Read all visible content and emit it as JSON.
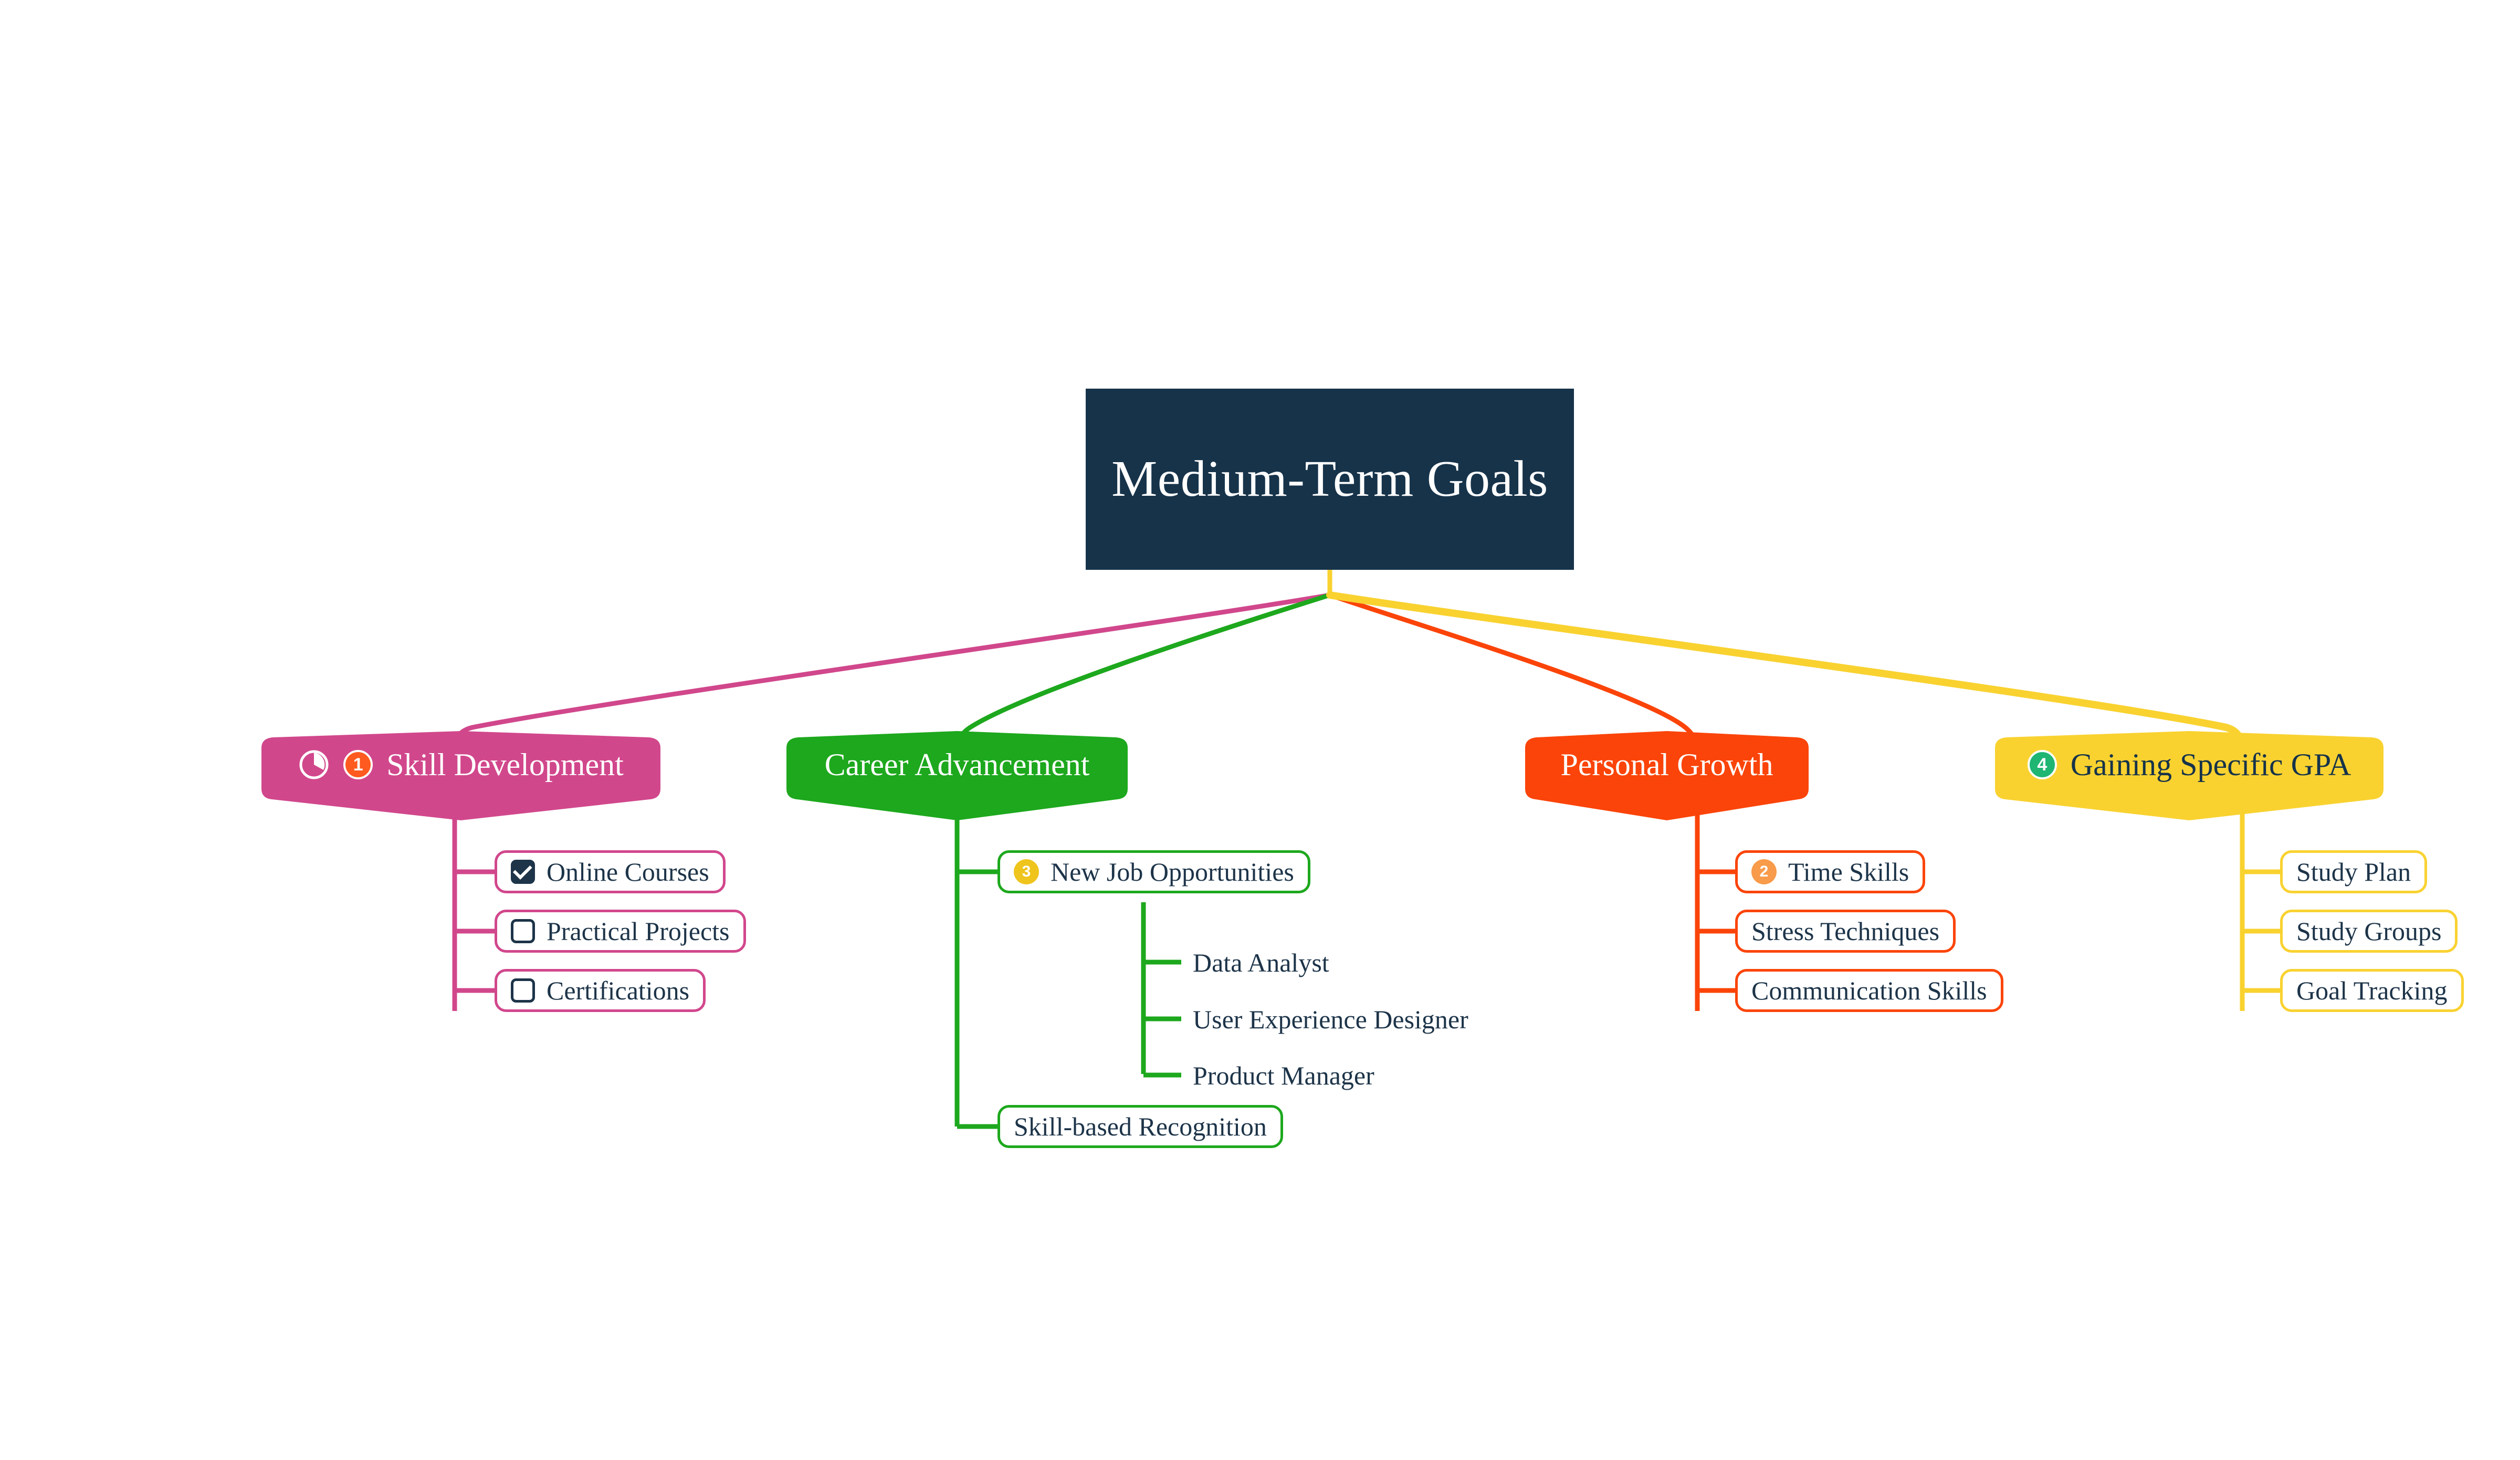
{
  "diagram": {
    "type": "mindmap",
    "title": "Medium-Term Goals",
    "background": "#FFFFFF",
    "root": {
      "label": "Medium-Term Goals",
      "fill": "#16334A",
      "text_color": "#FFFFFF"
    },
    "branches": [
      {
        "label": "Skill Development",
        "color": "#D1478C",
        "text_color": "#FFFFFF",
        "icons": [
          "pie-progress-icon",
          "number-badge-1"
        ],
        "badge": {
          "text": "1",
          "color": "#FF5A1F"
        },
        "children": [
          {
            "label": "Online Courses",
            "checkbox": "checked",
            "type": "checkbox-pill"
          },
          {
            "label": "Practical Projects",
            "checkbox": "unchecked",
            "type": "checkbox-pill"
          },
          {
            "label": "Certifications",
            "checkbox": "unchecked",
            "type": "checkbox-pill"
          }
        ]
      },
      {
        "label": "Career Advancement",
        "color": "#1DA81D",
        "text_color": "#FFFFFF",
        "icons": [],
        "children": [
          {
            "label": "New Job Opportunities",
            "type": "badge-pill",
            "badge": {
              "text": "3",
              "color": "#EFC41C"
            },
            "children": [
              {
                "label": "Data Analyst",
                "type": "leaf"
              },
              {
                "label": "User Experience Designer",
                "type": "leaf"
              },
              {
                "label": "Product Manager",
                "type": "leaf"
              }
            ]
          },
          {
            "label": "Skill-based Recognition",
            "type": "pill"
          }
        ]
      },
      {
        "label": "Personal Growth",
        "color": "#FB4409",
        "text_color": "#FFFFFF",
        "icons": [],
        "children": [
          {
            "label": "Time Skills",
            "type": "badge-pill",
            "badge": {
              "text": "2",
              "color": "#F89B4A"
            }
          },
          {
            "label": "Stress Techniques",
            "type": "pill"
          },
          {
            "label": "Communication Skills",
            "type": "pill"
          }
        ]
      },
      {
        "label": "Gaining Specific GPA",
        "color": "#F9D230",
        "text_color": "#16334A",
        "icons": [
          "number-badge-4"
        ],
        "badge": {
          "text": "4",
          "color": "#1FB573"
        },
        "children": [
          {
            "label": "Study Plan",
            "type": "pill"
          },
          {
            "label": "Study Groups",
            "type": "pill"
          },
          {
            "label": "Goal Tracking",
            "type": "pill"
          }
        ]
      }
    ]
  }
}
